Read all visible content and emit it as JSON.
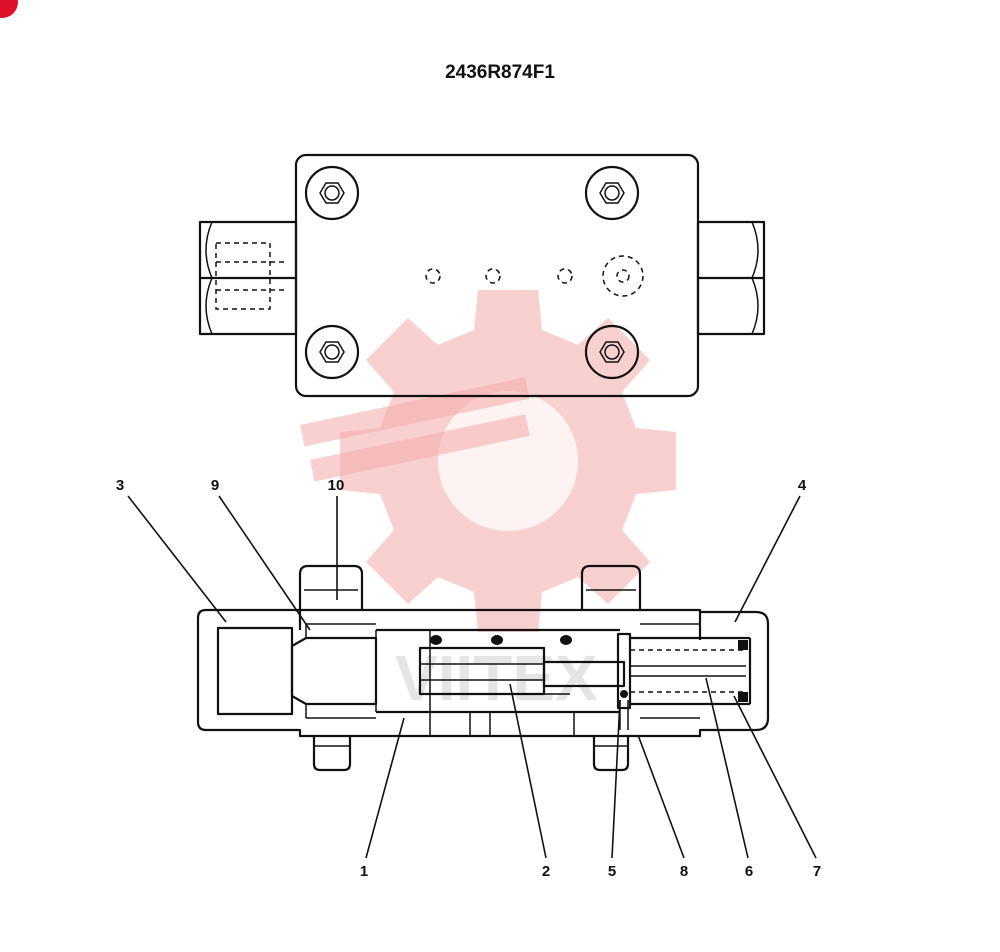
{
  "drawing": {
    "part_number": "2436R874F1"
  },
  "watermark": {
    "text": "VIITEX"
  },
  "callouts": [
    {
      "id": "3",
      "text": "3"
    },
    {
      "id": "9",
      "text": "9"
    },
    {
      "id": "10",
      "text": "10"
    },
    {
      "id": "4",
      "text": "4"
    },
    {
      "id": "1",
      "text": "1"
    },
    {
      "id": "2",
      "text": "2"
    },
    {
      "id": "5",
      "text": "5"
    },
    {
      "id": "8",
      "text": "8"
    },
    {
      "id": "6",
      "text": "6"
    },
    {
      "id": "7",
      "text": "7"
    }
  ],
  "colors": {
    "line": "#111111",
    "watermark": "#f4aaaa",
    "corner_badge": "#e0102a"
  },
  "icons": {
    "corner_badge": "red-circle-badge-icon",
    "watermark": "gear-wrench-logo-icon"
  }
}
